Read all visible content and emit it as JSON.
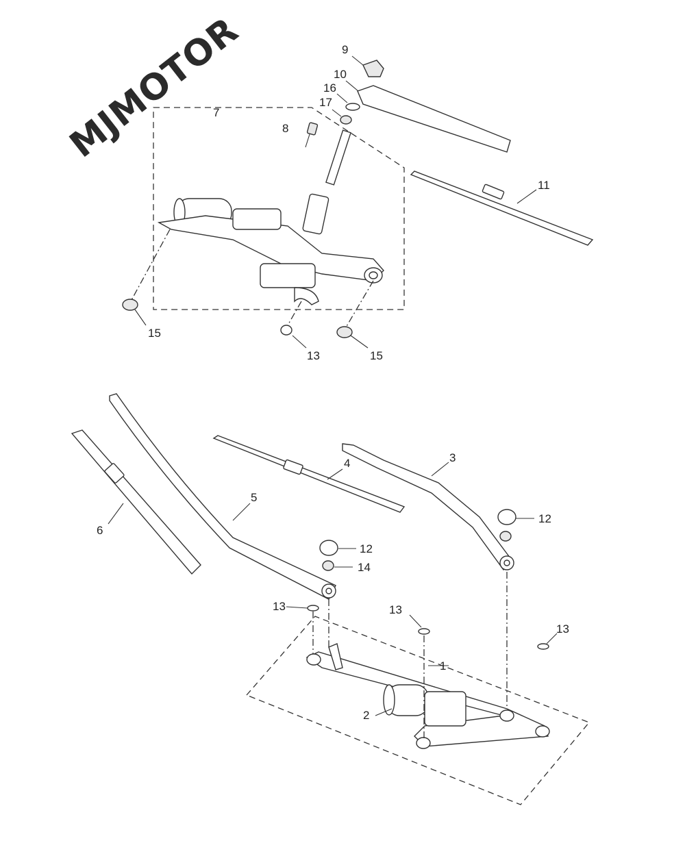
{
  "watermark": "MJMOTOR",
  "callouts": {
    "c1": "1",
    "c2": "2",
    "c3": "3",
    "c4": "4",
    "c5": "5",
    "c6": "6",
    "c7": "7",
    "c8": "8",
    "c9": "9",
    "c10": "10",
    "c11": "11",
    "c12a": "12",
    "c12b": "12",
    "c13a": "13",
    "c13b": "13",
    "c13c": "13",
    "c13d": "13",
    "c14": "14",
    "c15a": "15",
    "c15b": "15",
    "c16": "16",
    "c17": "17"
  }
}
